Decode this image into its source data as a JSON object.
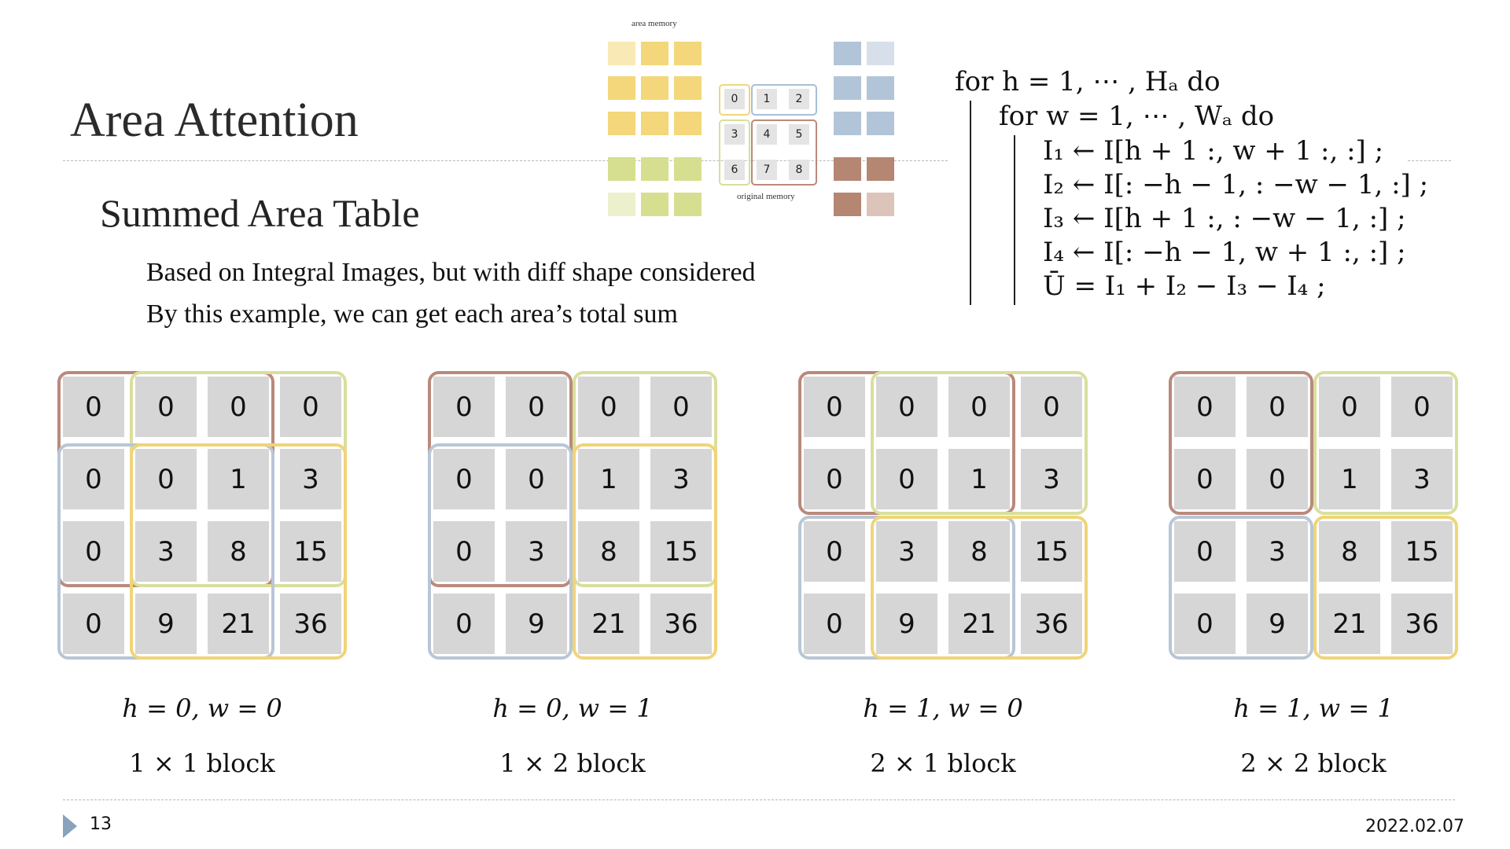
{
  "slide": {
    "title": "Area Attention",
    "subtitle": "Summed Area Table",
    "body_lines": [
      "Based on Integral Images, but with diff shape considered",
      "By this example, we can get each area’s total sum"
    ],
    "page_number": "13",
    "date": "2022.02.07"
  },
  "figure": {
    "area_memory_caption": "area memory",
    "original_memory_caption": "original memory",
    "original_memory_cells": [
      "0",
      "1",
      "2",
      "3",
      "4",
      "5",
      "6",
      "7",
      "8"
    ]
  },
  "algorithm": {
    "line1": "for h = 1, ⋯ , Hₐ do",
    "line2": "for w = 1, ⋯ , Wₐ do",
    "line3": "I₁ ← I[h + 1 :, w + 1 :, :] ;",
    "line4": "I₂ ← I[: −h − 1, : −w − 1, :] ;",
    "line5": "I₃ ← I[h + 1 :, : −w − 1, :] ;",
    "line6": "I₄ ← I[: −h − 1, w + 1 :, :] ;",
    "line7": "Ū = I₁ + I₂ − I₃ − I₄ ;"
  },
  "grids": [
    {
      "cells": [
        "0",
        "0",
        "0",
        "0",
        "0",
        "0",
        "1",
        "3",
        "0",
        "3",
        "8",
        "15",
        "0",
        "9",
        "21",
        "36"
      ],
      "label_hw": "h = 0, w = 0",
      "label_block": "1 × 1 block"
    },
    {
      "cells": [
        "0",
        "0",
        "0",
        "0",
        "0",
        "0",
        "1",
        "3",
        "0",
        "3",
        "8",
        "15",
        "0",
        "9",
        "21",
        "36"
      ],
      "label_hw": "h = 0, w = 1",
      "label_block": "1 × 2 block"
    },
    {
      "cells": [
        "0",
        "0",
        "0",
        "0",
        "0",
        "0",
        "1",
        "3",
        "0",
        "3",
        "8",
        "15",
        "0",
        "9",
        "21",
        "36"
      ],
      "label_hw": "h = 1, w = 0",
      "label_block": "2 × 1 block"
    },
    {
      "cells": [
        "0",
        "0",
        "0",
        "0",
        "0",
        "0",
        "1",
        "3",
        "0",
        "3",
        "8",
        "15",
        "0",
        "9",
        "21",
        "36"
      ],
      "label_hw": "h = 1, w = 1",
      "label_block": "2 × 2 block"
    }
  ],
  "colors": {
    "brown": "#b98a7c",
    "green": "#d9df9c",
    "blue": "#b8c6d6",
    "yellow": "#f0d478",
    "gray_outline": "#a9a9a9"
  }
}
